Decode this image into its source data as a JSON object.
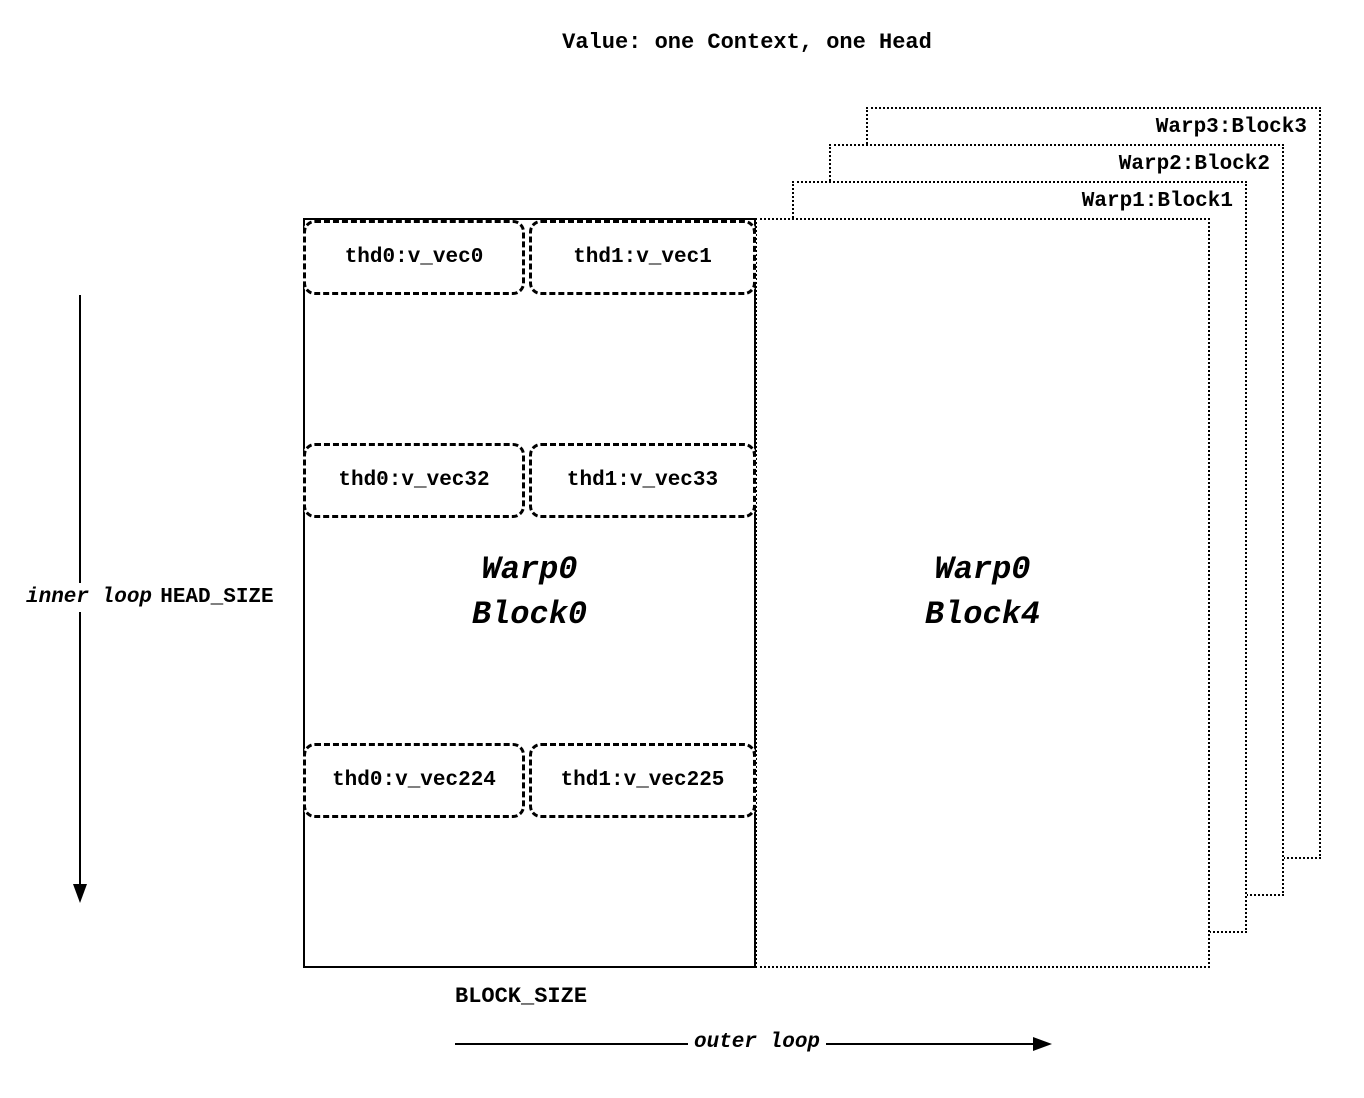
{
  "colors": {
    "ink": "#000000",
    "background": "#ffffff"
  },
  "title": "Value: one Context, one Head",
  "left_axis": {
    "loop_label": "inner loop",
    "size_label": "HEAD_SIZE"
  },
  "main_block": {
    "line1": "Warp0",
    "line2": "Block0",
    "rows": [
      {
        "cells": [
          "thd0:v_vec0",
          "thd1:v_vec1"
        ]
      },
      {
        "cells": [
          "thd0:v_vec32",
          "thd1:v_vec33"
        ]
      },
      {
        "cells": [
          "thd0:v_vec224",
          "thd1:v_vec225"
        ]
      }
    ]
  },
  "front_block": {
    "line1": "Warp0",
    "line2": "Block4"
  },
  "stacked_blocks": [
    {
      "label": "Warp1:Block1"
    },
    {
      "label": "Warp2:Block2"
    },
    {
      "label": "Warp3:Block3"
    }
  ],
  "bottom": {
    "block_size_label": "BLOCK_SIZE",
    "outer_loop_label": "outer loop"
  }
}
